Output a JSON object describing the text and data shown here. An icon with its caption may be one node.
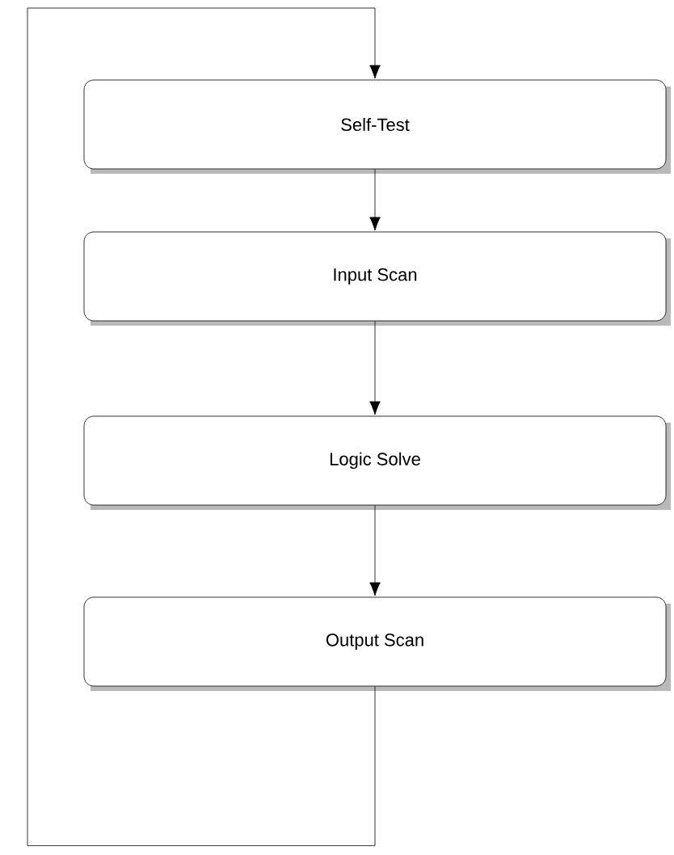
{
  "diagram": {
    "nodes": [
      {
        "text": [
          "Self-Test"
        ]
      },
      {
        "text": [
          "Input Scan"
        ]
      },
      {
        "text": [
          "Logic Solve"
        ]
      },
      {
        "text": [
          "Output Scan"
        ]
      }
    ],
    "edges": [
      {
        "from": 0,
        "to": 1,
        "arrow": "to"
      },
      {
        "from": 1,
        "to": 2,
        "arrow": "to"
      },
      {
        "from": 2,
        "to": 3,
        "arrow": "to"
      },
      {
        "from": 3,
        "to": 0,
        "arrow": "to"
      }
    ]
  }
}
